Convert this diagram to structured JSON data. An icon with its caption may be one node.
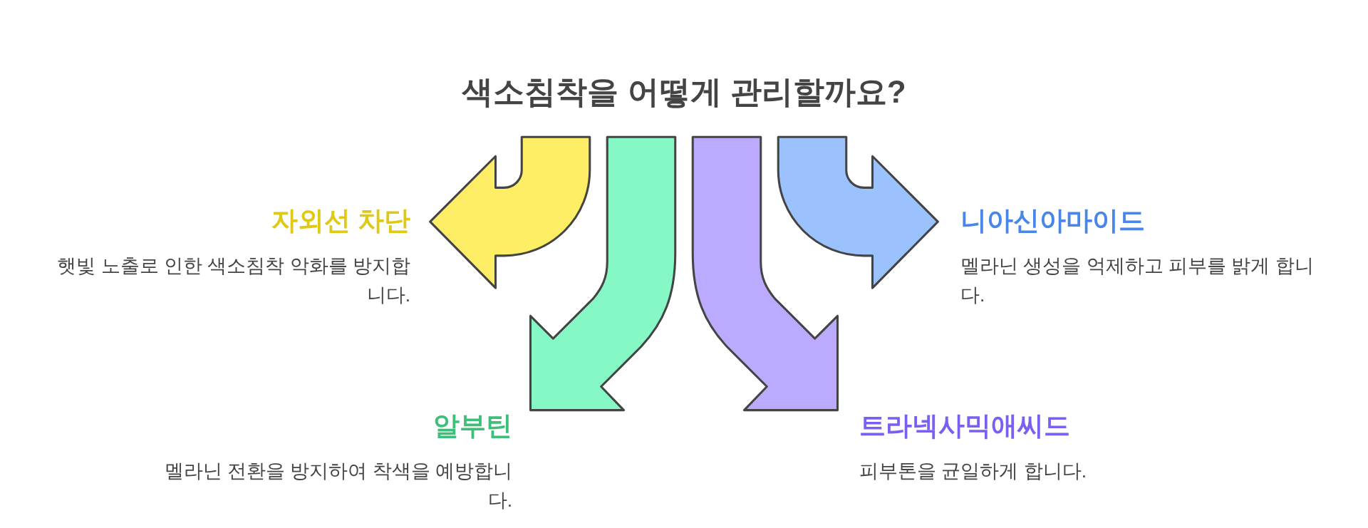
{
  "diagram": {
    "title": "색소침착을 어떻게 관리할까요?",
    "nodes": [
      {
        "text": [
          "자외선 차단",
          "햇빛 노출로 인한 색소침착 악화를 방지합니다."
        ]
      },
      {
        "text": [
          "니아신아마이드",
          "멜라닌 생성을 억제하고 피부를 밝게 합니다."
        ]
      },
      {
        "text": [
          "알부틴",
          "멜라닌 전환을 방지하여 착색을 예방합니다."
        ]
      },
      {
        "text": [
          "트라넥사믹애씨드",
          "피부톤을 균일하게 합니다."
        ]
      }
    ],
    "edges": [
      {
        "from": null,
        "to": 0,
        "arrow": "to",
        "color": "#fdee65"
      },
      {
        "from": null,
        "to": 2,
        "arrow": "to",
        "color": "#86f8c5"
      },
      {
        "from": null,
        "to": 3,
        "arrow": "to",
        "color": "#bcaafe"
      },
      {
        "from": null,
        "to": 1,
        "arrow": "to",
        "color": "#9cc2fe"
      }
    ]
  }
}
